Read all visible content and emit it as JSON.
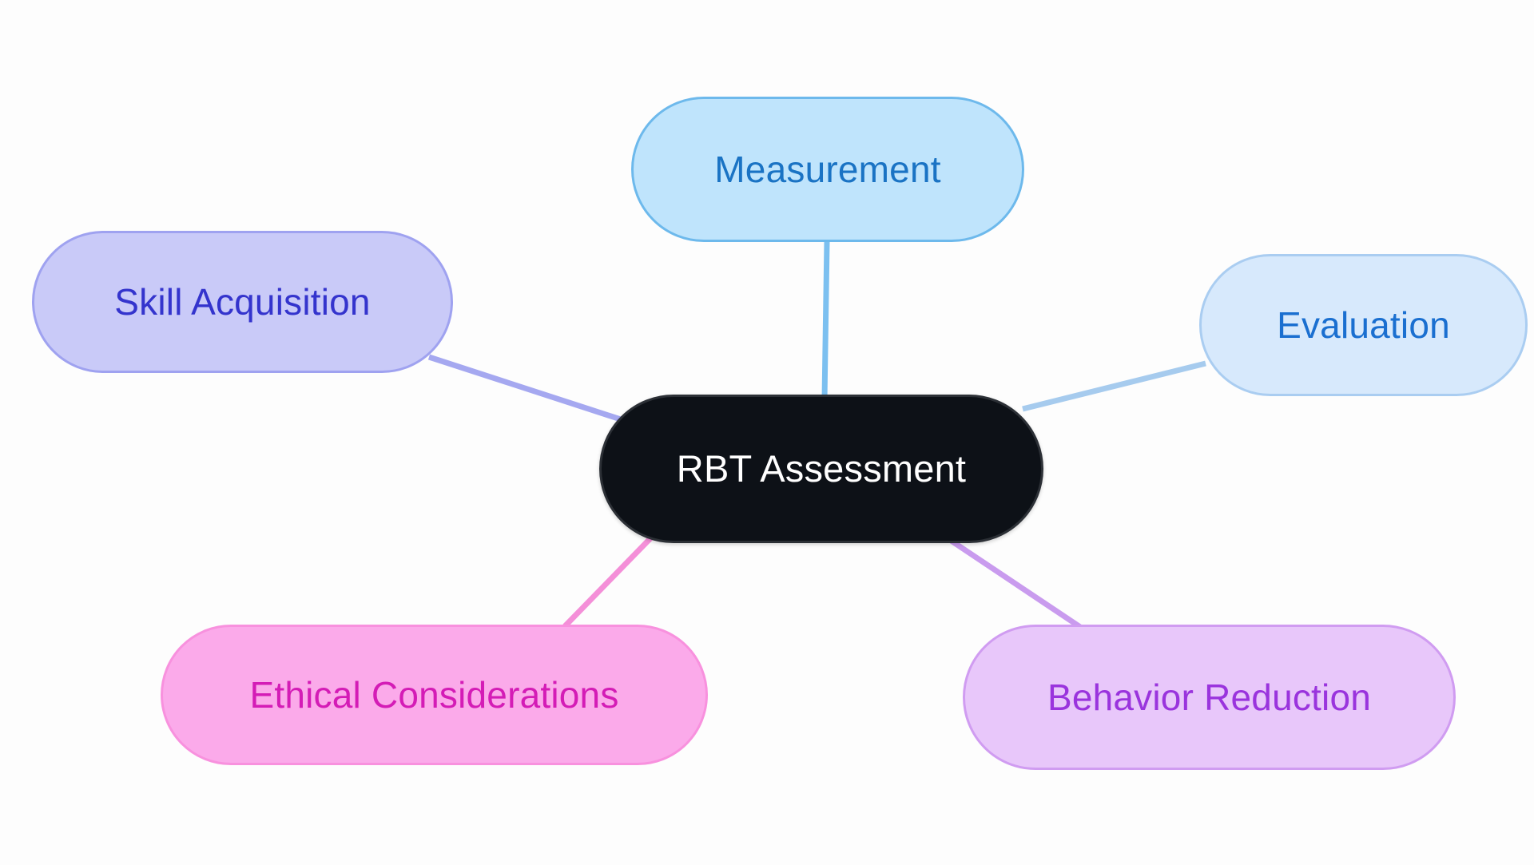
{
  "diagram": {
    "type": "mind-map",
    "title": "RBT Assessment",
    "background_color": "#fdfdfd",
    "root": {
      "id": "root",
      "label": "RBT Assessment",
      "fill": "#0d1117",
      "border": "#2c3036",
      "text_color": "#ffffff"
    },
    "branches": [
      {
        "id": "measurement",
        "label": "Measurement",
        "position": "top",
        "fill": "#bfe4fc",
        "border": "#6db9ec",
        "text_color": "#1a73c4",
        "edge_color": "#7cc0f0"
      },
      {
        "id": "skill-acquisition",
        "label": "Skill Acquisition",
        "position": "left",
        "fill": "#c9caf8",
        "border": "#9fa2f0",
        "text_color": "#3434cd",
        "edge_color": "#a5a8f0"
      },
      {
        "id": "evaluation",
        "label": "Evaluation",
        "position": "right",
        "fill": "#d7e9fc",
        "border": "#aacdf1",
        "text_color": "#1a6fd0",
        "edge_color": "#a6cbee"
      },
      {
        "id": "ethical-considerations",
        "label": "Ethical Considerations",
        "position": "bottom-left",
        "fill": "#fbaaea",
        "border": "#f891de",
        "text_color": "#d41cb6",
        "edge_color": "#f48fd8"
      },
      {
        "id": "behavior-reduction",
        "label": "Behavior Reduction",
        "position": "bottom-right",
        "fill": "#e8c7fa",
        "border": "#d09cf1",
        "text_color": "#9a34dd",
        "edge_color": "#c99bee"
      }
    ],
    "edges": [
      {
        "id": "edge-measurement",
        "from": "root",
        "to": "measurement",
        "color": "#7cc0f0"
      },
      {
        "id": "edge-skill-acquisition",
        "from": "root",
        "to": "skill-acquisition",
        "color": "#a5a8f0"
      },
      {
        "id": "edge-evaluation",
        "from": "root",
        "to": "evaluation",
        "color": "#a6cbee"
      },
      {
        "id": "edge-ethical-considerations",
        "from": "root",
        "to": "ethical-considerations",
        "color": "#f48fd8"
      },
      {
        "id": "edge-behavior-reduction",
        "from": "root",
        "to": "behavior-reduction",
        "color": "#c99bee"
      }
    ]
  }
}
